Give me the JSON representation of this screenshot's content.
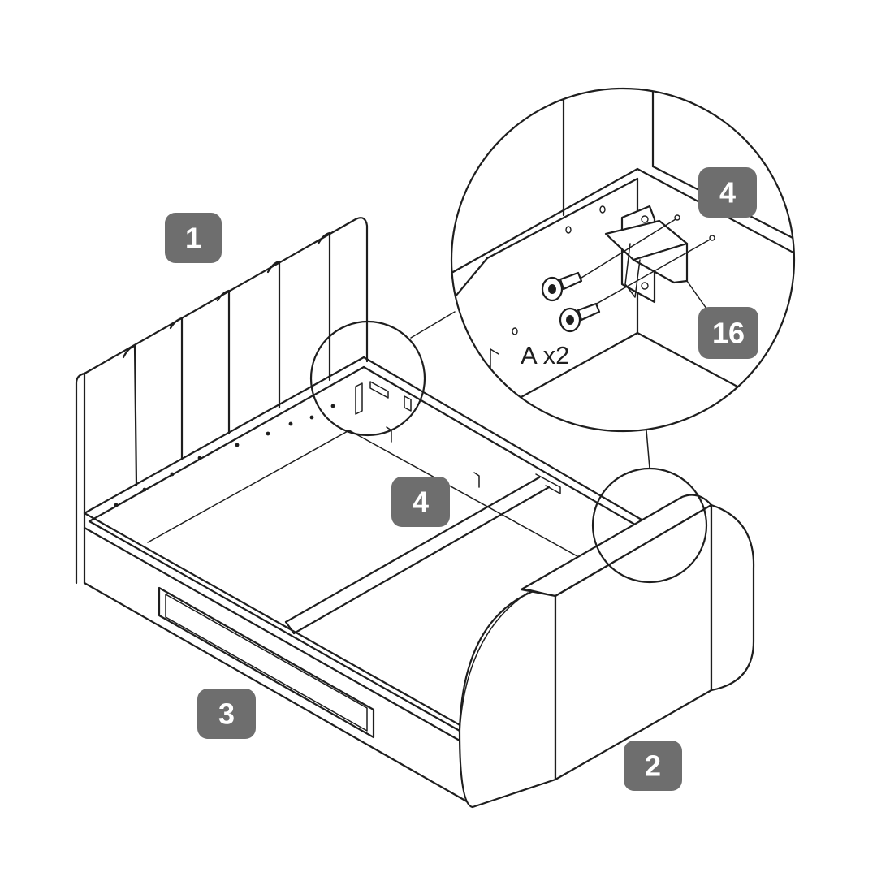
{
  "diagram": {
    "callouts": {
      "headboard": "1",
      "footboard": "2",
      "side_rail": "3",
      "slat_support": "4",
      "detail_part": "4",
      "bracket": "16"
    },
    "fastener_quantity": "A x2",
    "colors": {
      "line": "#1e1e1e",
      "badge": "#6e6e6e",
      "badge_text": "#ffffff",
      "background": "#ffffff"
    }
  }
}
